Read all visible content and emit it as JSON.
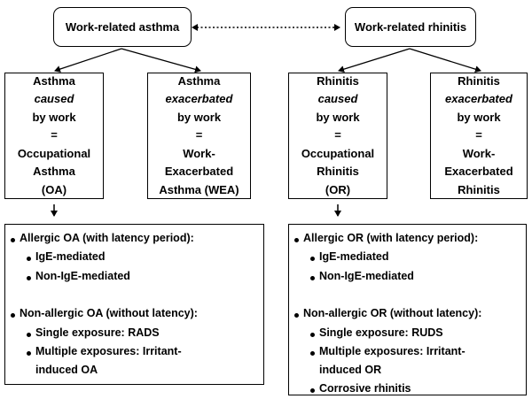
{
  "top": {
    "asthma": "Work-related asthma",
    "rhinitis": "Work-related rhinitis"
  },
  "categories": {
    "oa": [
      "Asthma",
      "caused",
      "by work",
      "=",
      "Occupational",
      "Asthma",
      "(OA)"
    ],
    "wea": [
      "Asthma",
      "exacerbated",
      "by work",
      "=",
      "Work-",
      "Exacerbated",
      "Asthma (WEA)"
    ],
    "or": [
      "Rhinitis",
      "caused",
      "by work",
      "=",
      "Occupational",
      "Rhinitis",
      "(OR)"
    ],
    "wer": [
      "Rhinitis",
      "exacerbated",
      "by work",
      "=",
      "Work-",
      "Exacerbated",
      "Rhinitis"
    ]
  },
  "asthma_details": {
    "allergic": "Allergic OA (with latency period):",
    "ige": "IgE-mediated",
    "non_ige": "Non-IgE-mediated",
    "nonallergic": "Non-allergic OA (without latency):",
    "single": "Single exposure: RADS",
    "multiple_1": "Multiple exposures: Irritant-",
    "multiple_2": "induced OA"
  },
  "rhinitis_details": {
    "allergic": "Allergic OR (with latency period):",
    "ige": "IgE-mediated",
    "non_ige": "Non-IgE-mediated",
    "nonallergic": "Non-allergic OR (without latency):",
    "single": "Single exposure: RUDS",
    "multiple_1": "Multiple exposures: Irritant-",
    "multiple_2": "induced OR",
    "corrosive": "Corrosive rhinitis"
  }
}
